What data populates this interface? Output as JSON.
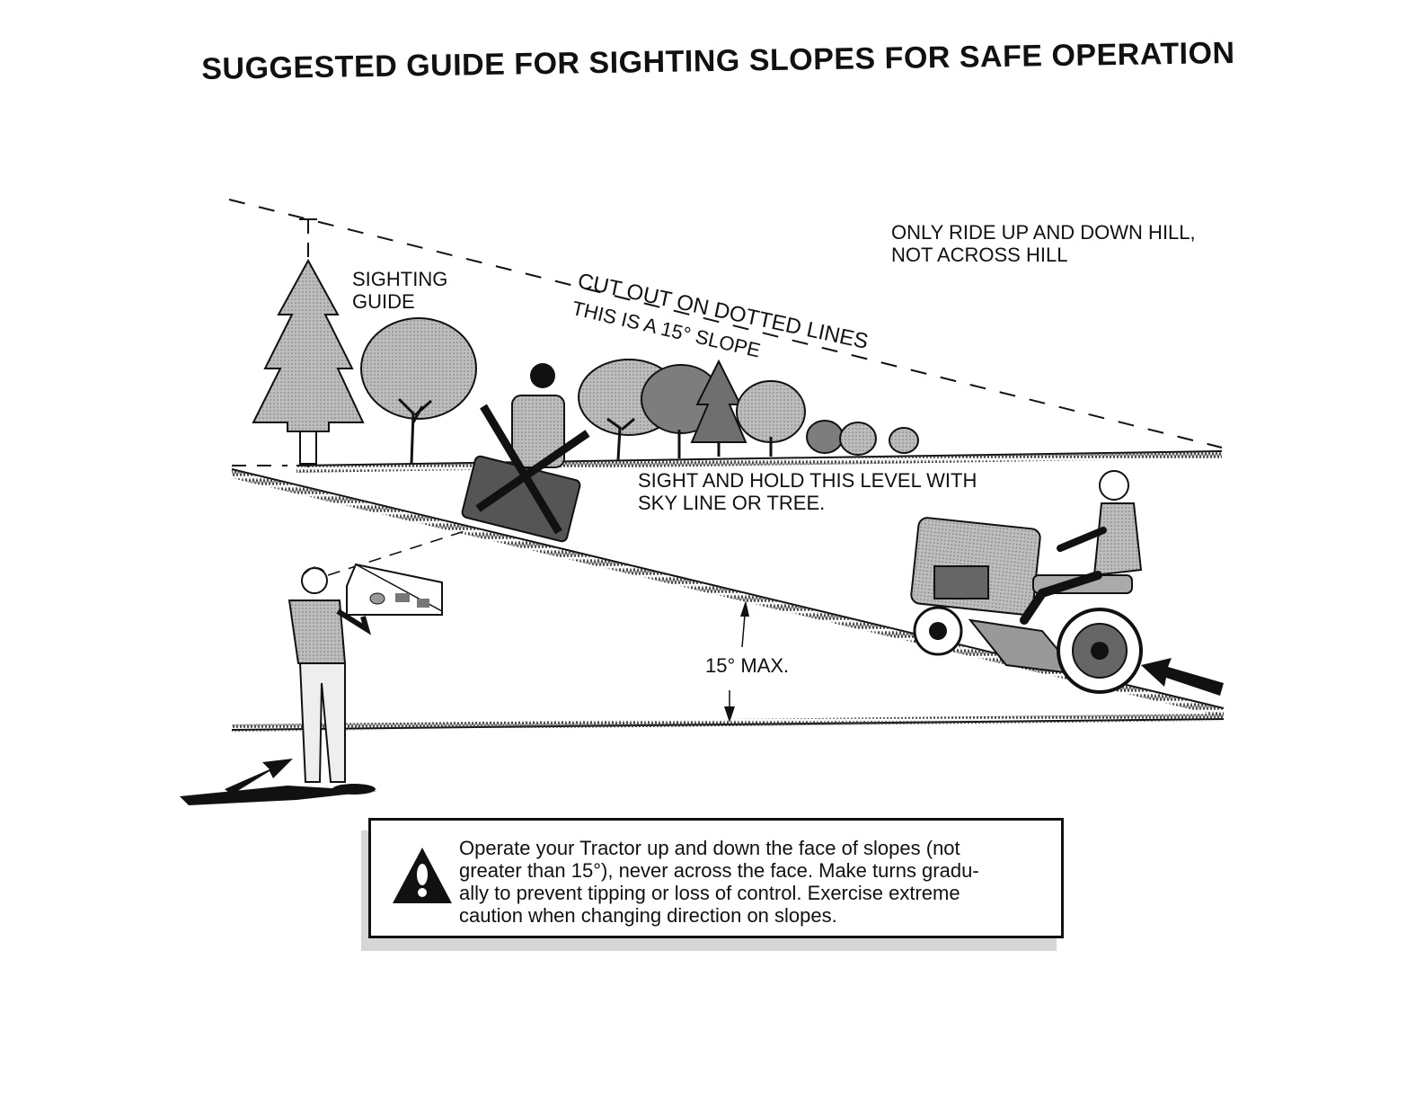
{
  "title": "SUGGESTED GUIDE FOR SIGHTING SLOPES FOR SAFE OPERATION",
  "labels": {
    "sighting_guide": "SIGHTING\nGUIDE",
    "cut_out": "CUT OUT ON DOTTED LINES",
    "slope": "THIS IS A 15° SLOPE",
    "ride_direction": "ONLY RIDE UP AND DOWN HILL,\nNOT ACROSS HILL",
    "sight_hold": "SIGHT AND HOLD THIS LEVEL WITH\nSKY LINE OR TREE.",
    "max_angle": "15° MAX."
  },
  "warning": {
    "icon": "warning-triangle-icon",
    "text": "Operate your Tractor up and down the face of slopes (not\ngreater than 15°), never across the face. Make turns gradu-\nally to prevent tipping or loss of control. Exercise extreme\ncaution when changing direction on slopes."
  },
  "colors": {
    "ink": "#111111",
    "foliage": "#8a8a8a",
    "shadow": "#d6d6d6"
  }
}
